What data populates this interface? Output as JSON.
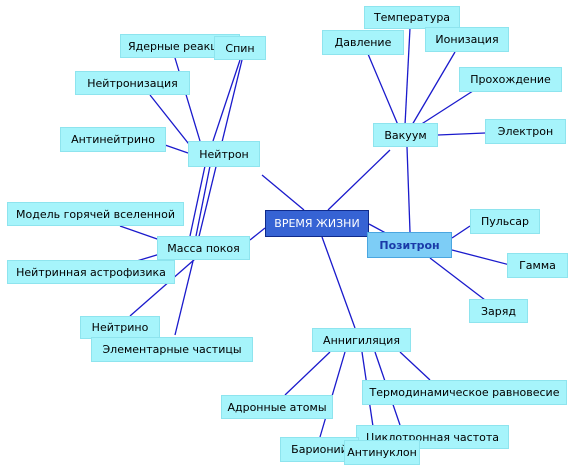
{
  "diagram": {
    "center": "ВРЕМЯ ЖИЗНИ",
    "nodes": {
      "neutron": "Нейтрон",
      "nuclear_reactions": "Ядерные реакции",
      "spin": "Спин",
      "neutronization": "Нейтронизация",
      "antineutrino": "Антинейтрино",
      "vacuum": "Вакуум",
      "temperature": "Температура",
      "pressure": "Давление",
      "ionization": "Ионизация",
      "passage": "Прохождение",
      "electron": "Электрон",
      "positron": "Позитрон",
      "pulsar": "Пульсар",
      "gamma": "Гамма",
      "charge": "Заряд",
      "rest_mass": "Масса покоя",
      "hot_universe_model": "Модель горячей вселенной",
      "neutrino_astrophysics": "Нейтринная астрофизика",
      "neutrino": "Нейтрино",
      "elementary_particles": "Элементарные частицы",
      "annihilation": "Аннигиляция",
      "hadron_atoms": "Адронные атомы",
      "thermodynamic_equilibrium": "Термодинамическое равновесие",
      "cyclotron_frequency": "Циклотронная частота",
      "baryonium": "Барионий",
      "antinucleon": "Антинуклон"
    }
  }
}
